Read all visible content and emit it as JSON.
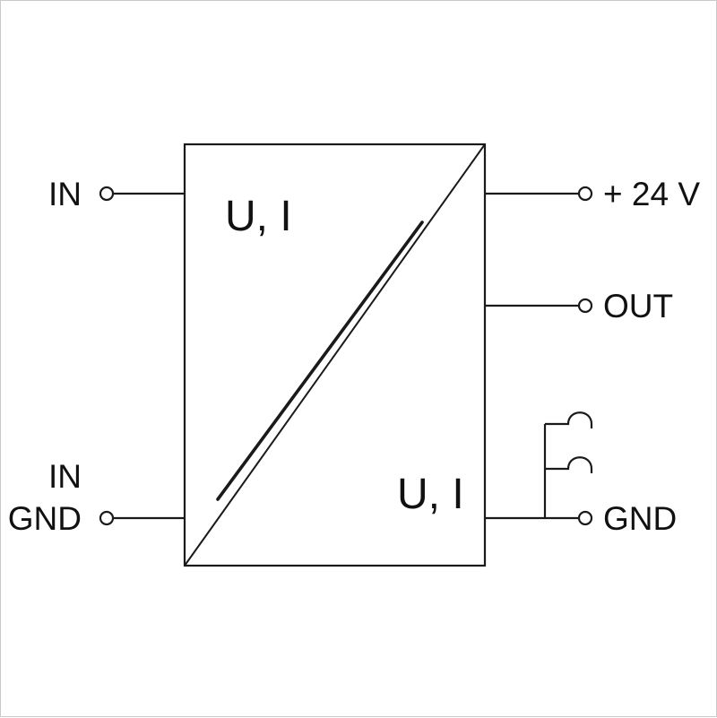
{
  "diagram": {
    "labels": {
      "input": "IN",
      "input_gnd_line1": "IN",
      "input_gnd_line2": "GND",
      "supply": "+ 24 V",
      "output": "OUT",
      "ground": "GND",
      "signal_in": "U, I",
      "signal_out": "U, I"
    },
    "colors": {
      "line": "#1a1a1a",
      "background": "#ffffff",
      "frame": "#c9c9c9"
    }
  }
}
